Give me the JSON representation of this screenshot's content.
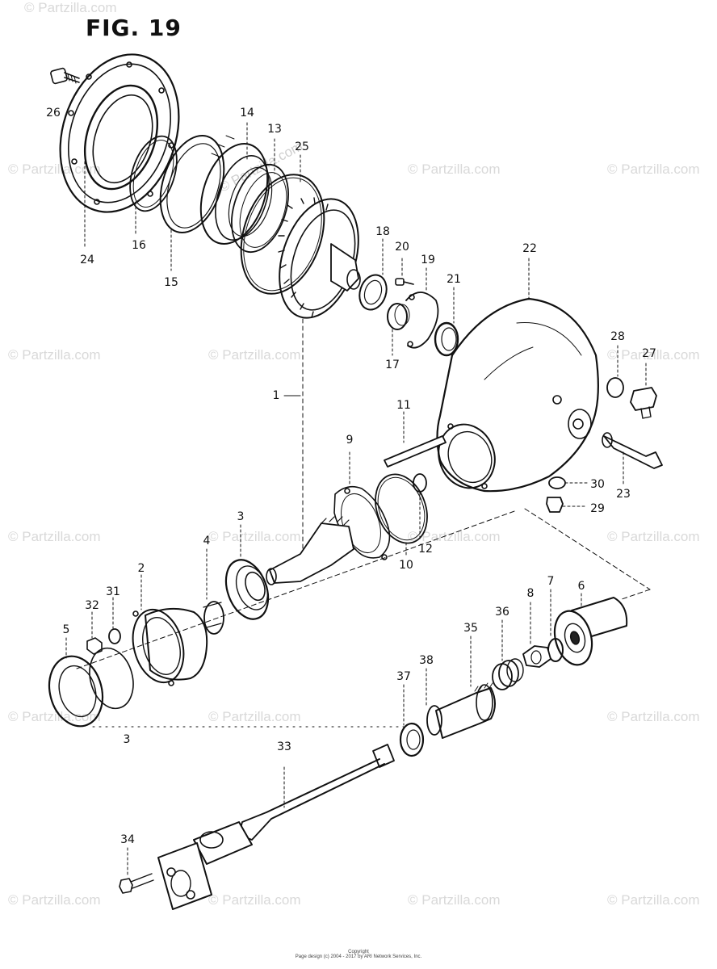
{
  "title": "FIG. 19",
  "watermark": "© Partzilla.com",
  "footer": {
    "line1": "Copyright",
    "line2": "Page design (c) 2004 - 2017 by ARI Network Services, Inc."
  },
  "callouts": [
    {
      "id": "26",
      "label": "26"
    },
    {
      "id": "24",
      "label": "24"
    },
    {
      "id": "16",
      "label": "16"
    },
    {
      "id": "15",
      "label": "15"
    },
    {
      "id": "14",
      "label": "14"
    },
    {
      "id": "13",
      "label": "13"
    },
    {
      "id": "25",
      "label": "25"
    },
    {
      "id": "18",
      "label": "18"
    },
    {
      "id": "20",
      "label": "20"
    },
    {
      "id": "19",
      "label": "19"
    },
    {
      "id": "21",
      "label": "21"
    },
    {
      "id": "17",
      "label": "17"
    },
    {
      "id": "22",
      "label": "22"
    },
    {
      "id": "28",
      "label": "28"
    },
    {
      "id": "27",
      "label": "27"
    },
    {
      "id": "1",
      "label": "1"
    },
    {
      "id": "11",
      "label": "11"
    },
    {
      "id": "9",
      "label": "9"
    },
    {
      "id": "30",
      "label": "30"
    },
    {
      "id": "29",
      "label": "29"
    },
    {
      "id": "23",
      "label": "23"
    },
    {
      "id": "3a",
      "label": "3"
    },
    {
      "id": "4",
      "label": "4"
    },
    {
      "id": "12",
      "label": "12"
    },
    {
      "id": "10",
      "label": "10"
    },
    {
      "id": "2",
      "label": "2"
    },
    {
      "id": "31",
      "label": "31"
    },
    {
      "id": "32",
      "label": "32"
    },
    {
      "id": "5",
      "label": "5"
    },
    {
      "id": "6",
      "label": "6"
    },
    {
      "id": "7",
      "label": "7"
    },
    {
      "id": "8",
      "label": "8"
    },
    {
      "id": "36",
      "label": "36"
    },
    {
      "id": "35",
      "label": "35"
    },
    {
      "id": "38",
      "label": "38"
    },
    {
      "id": "37",
      "label": "37"
    },
    {
      "id": "3b",
      "label": "3"
    },
    {
      "id": "33",
      "label": "33"
    },
    {
      "id": "34",
      "label": "34"
    }
  ]
}
